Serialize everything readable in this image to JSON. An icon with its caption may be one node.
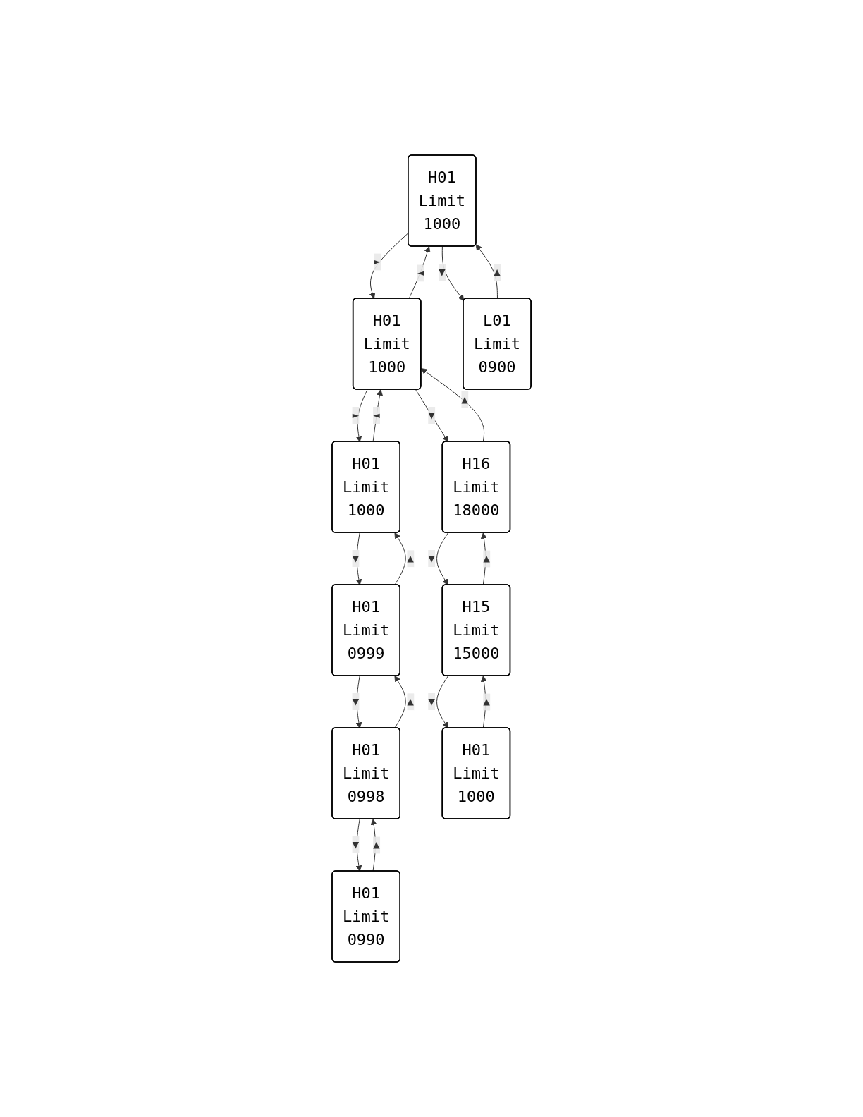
{
  "diagram": {
    "nodes": [
      {
        "text": [
          "H01",
          "Limit",
          "1000"
        ]
      },
      {
        "text": [
          "H01",
          "Limit",
          "1000"
        ]
      },
      {
        "text": [
          "H01",
          "Limit",
          "1000"
        ]
      },
      {
        "text": [
          "L01",
          "Limit",
          "0900"
        ]
      },
      {
        "text": [
          "H16",
          "Limit",
          "18000"
        ]
      },
      {
        "text": [
          "H01",
          "Limit",
          "0999"
        ]
      },
      {
        "text": [
          "H15",
          "Limit",
          "15000"
        ]
      },
      {
        "text": [
          "H01",
          "Limit",
          "0998"
        ]
      },
      {
        "text": [
          "H01",
          "Limit",
          "1000"
        ]
      },
      {
        "text": [
          "H01",
          "Limit",
          "0990"
        ]
      }
    ],
    "edges": [
      {
        "from": 0,
        "to": 1,
        "arrow": "to",
        "label": "►"
      },
      {
        "from": 1,
        "to": 0,
        "arrow": "to",
        "label": "◄"
      },
      {
        "from": 1,
        "to": 2,
        "arrow": "to",
        "label": "►"
      },
      {
        "from": 2,
        "to": 1,
        "arrow": "to",
        "label": "◄"
      },
      {
        "from": 0,
        "to": 3,
        "arrow": "to",
        "label": "▼"
      },
      {
        "from": 3,
        "to": 0,
        "arrow": "to",
        "label": "▲"
      },
      {
        "from": 1,
        "to": 4,
        "arrow": "to",
        "label": "▼"
      },
      {
        "from": 4,
        "to": 1,
        "arrow": "to",
        "label": "▲"
      },
      {
        "from": 2,
        "to": 5,
        "arrow": "to",
        "label": "▼"
      },
      {
        "from": 5,
        "to": 2,
        "arrow": "to",
        "label": "▲"
      },
      {
        "from": 4,
        "to": 6,
        "arrow": "to",
        "label": "▼"
      },
      {
        "from": 6,
        "to": 4,
        "arrow": "to",
        "label": "▲"
      },
      {
        "from": 5,
        "to": 7,
        "arrow": "to",
        "label": "▼"
      },
      {
        "from": 7,
        "to": 5,
        "arrow": "to",
        "label": "▲"
      },
      {
        "from": 6,
        "to": 8,
        "arrow": "to",
        "label": "▼"
      },
      {
        "from": 8,
        "to": 6,
        "arrow": "to",
        "label": "▲"
      },
      {
        "from": 7,
        "to": 9,
        "arrow": "to",
        "label": "▼"
      },
      {
        "from": 9,
        "to": 7,
        "arrow": "to",
        "label": "▲"
      }
    ]
  }
}
